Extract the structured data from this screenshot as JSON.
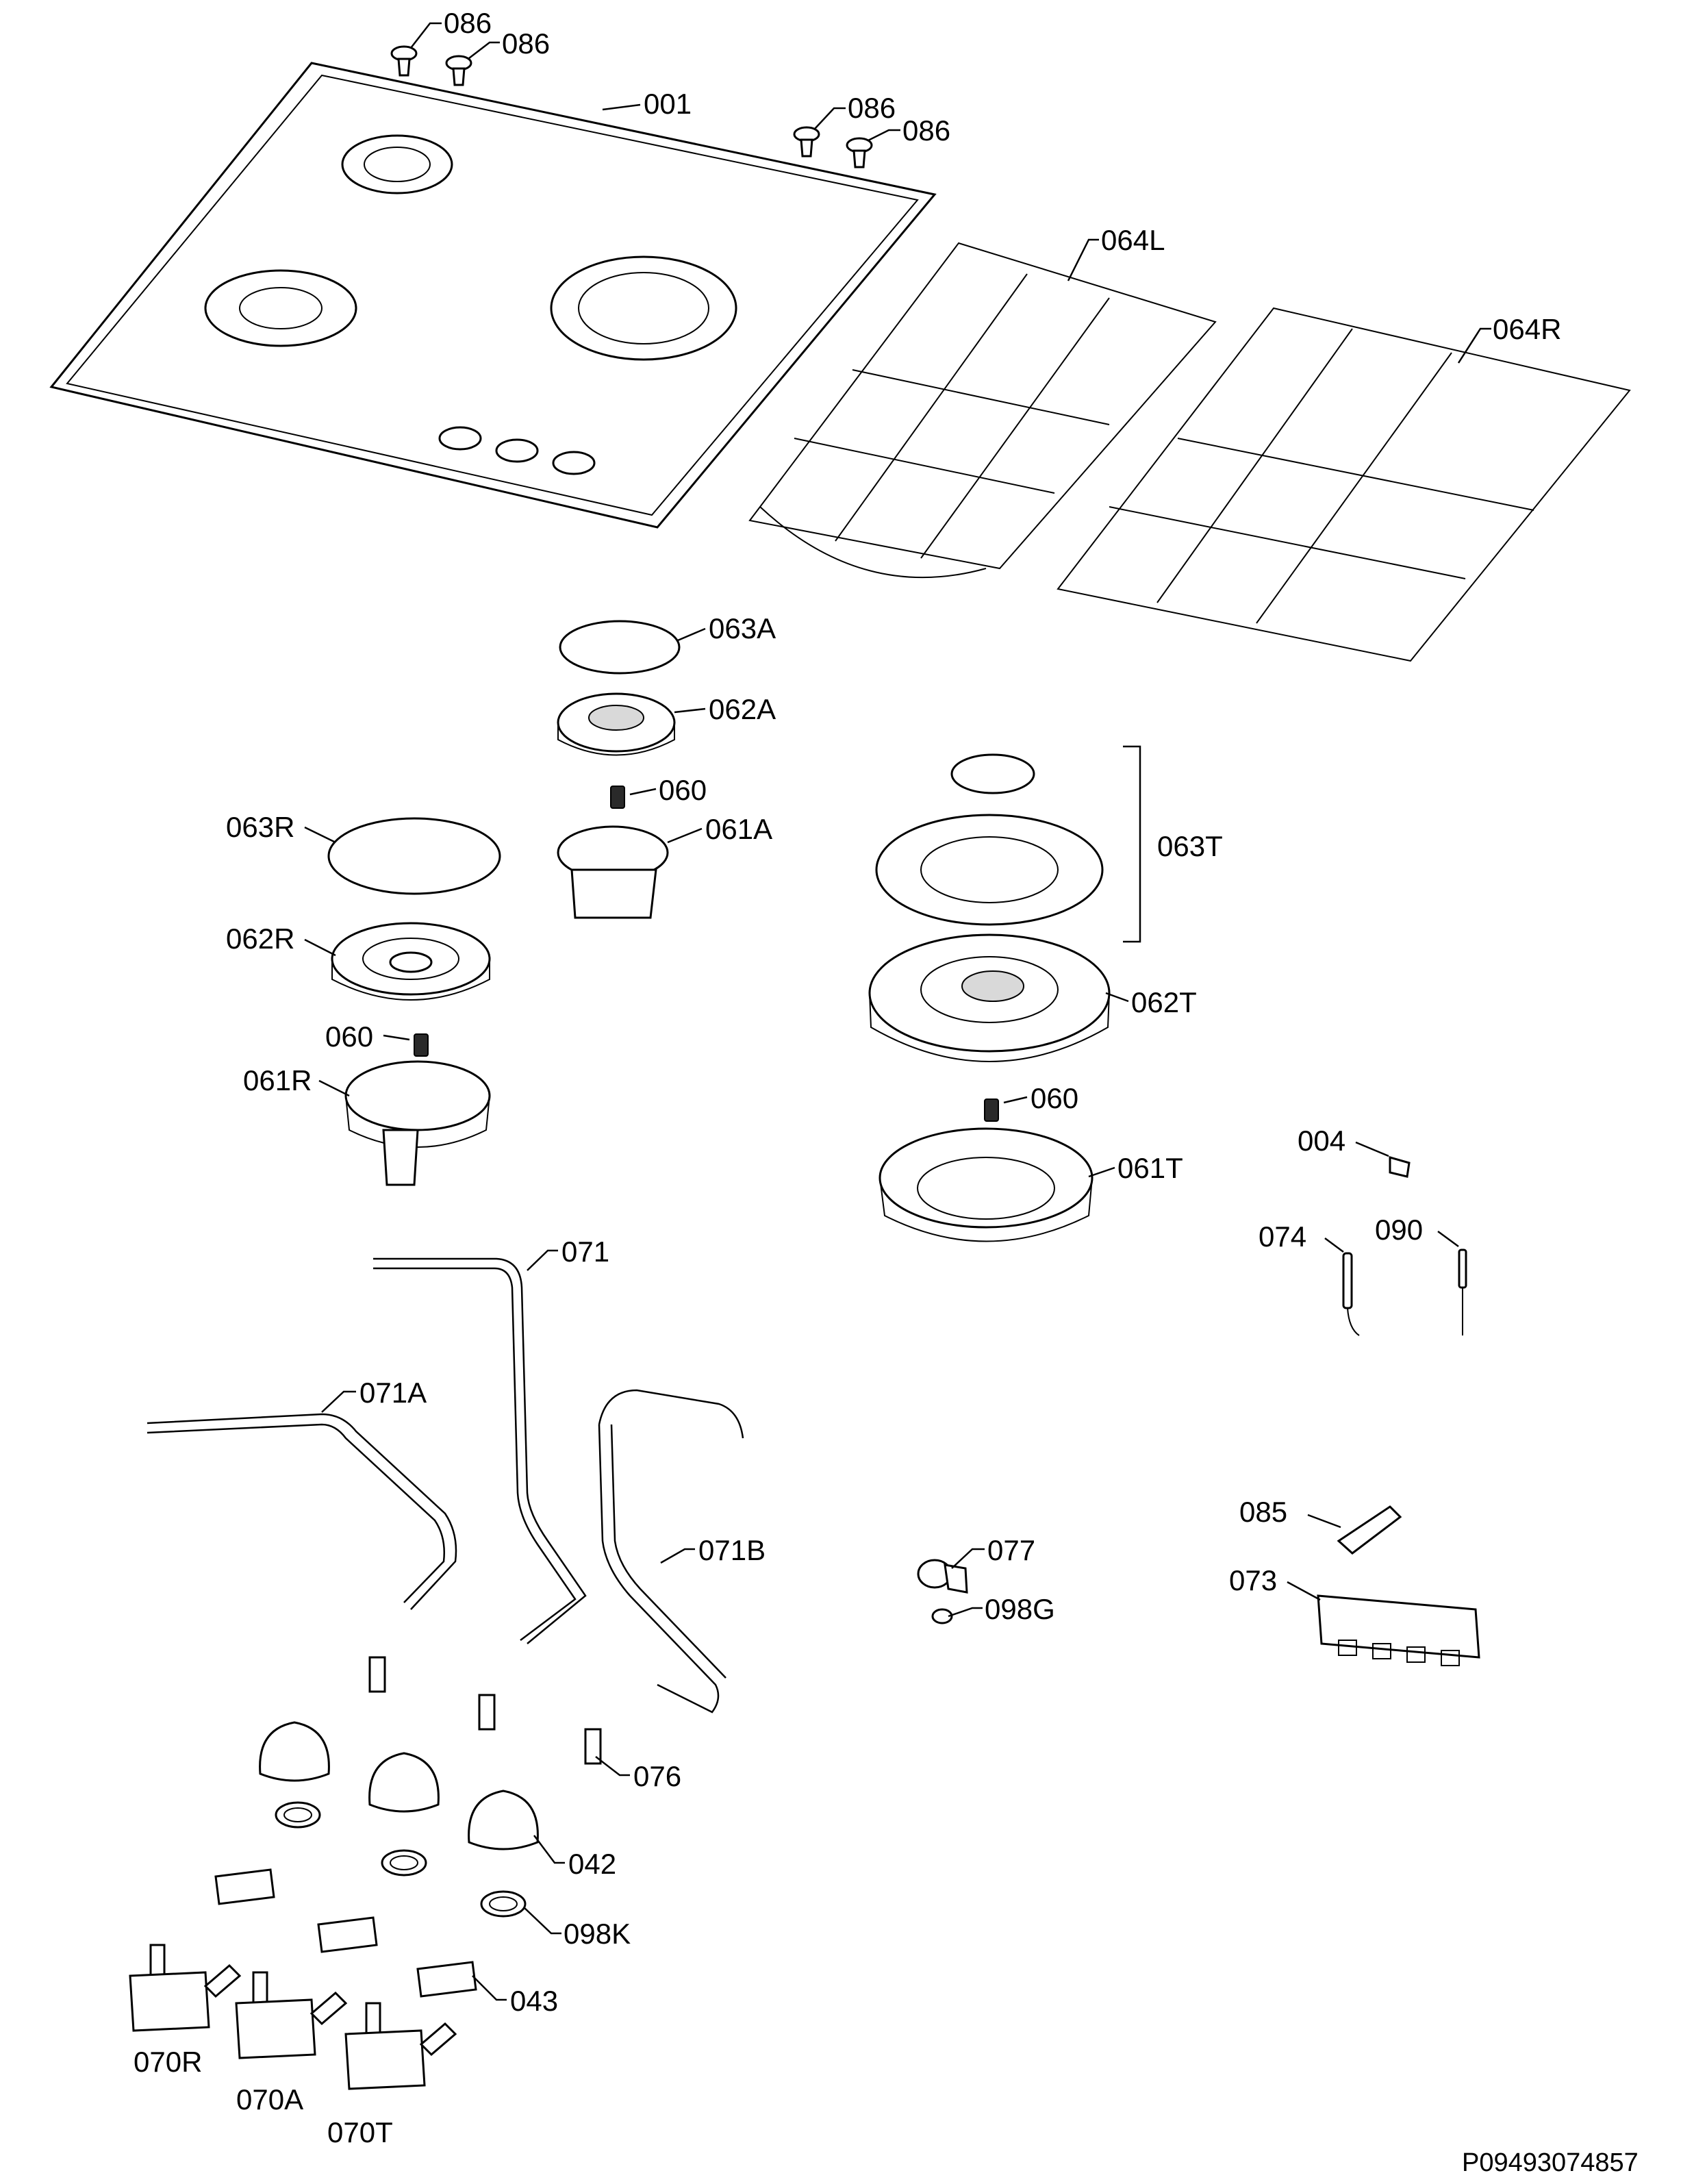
{
  "labels": {
    "p086a": "086",
    "p086b": "086",
    "p086c": "086",
    "p086d": "086",
    "p001": "001",
    "p064L": "064L",
    "p064R": "064R",
    "p063A": "063A",
    "p062A": "062A",
    "p060a": "060",
    "p061A": "061A",
    "p063R": "063R",
    "p062R": "062R",
    "p060b": "060",
    "p061R": "061R",
    "p063T": "063T",
    "p062T": "062T",
    "p060c": "060",
    "p061T": "061T",
    "p004": "004",
    "p074": "074",
    "p090": "090",
    "p071": "071",
    "p071A": "071A",
    "p071B": "071B",
    "p077": "077",
    "p098G": "098G",
    "p085": "085",
    "p073": "073",
    "p076": "076",
    "p042": "042",
    "p098K": "098K",
    "p043": "043",
    "p070R": "070R",
    "p070A": "070A",
    "p070T": "070T"
  },
  "document_id": "P09493074857"
}
